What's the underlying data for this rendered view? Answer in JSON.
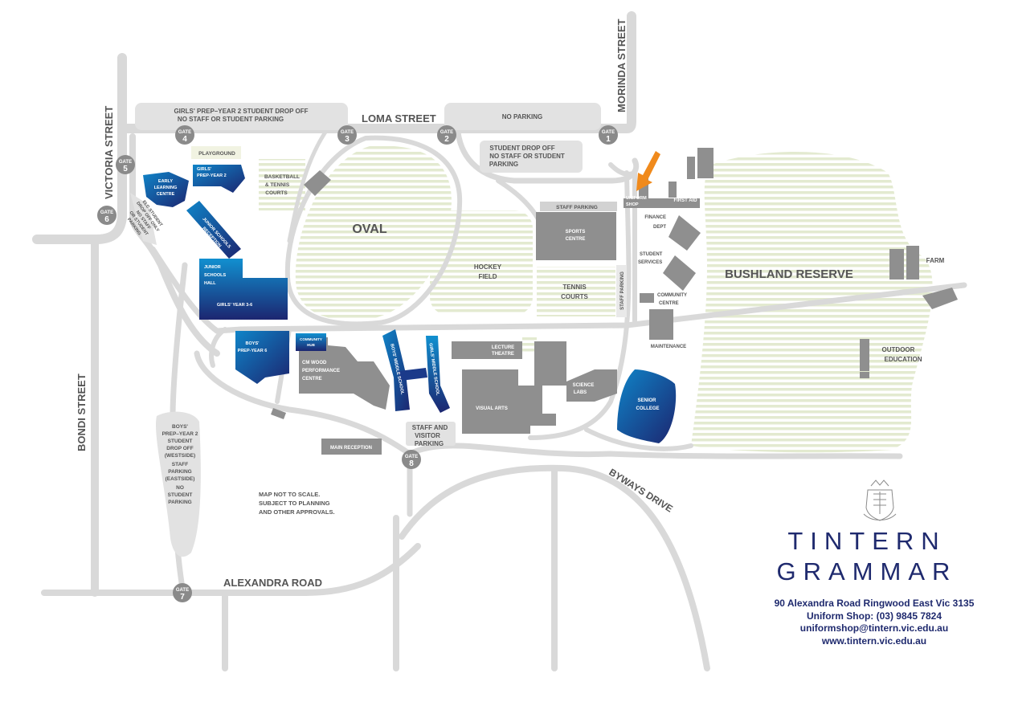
{
  "streets": {
    "loma": "LOMA STREET",
    "morinda": "MORINDA STREET",
    "victoria": "VICTORIA STREET",
    "bondi": "BONDI STREET",
    "alexandra": "ALEXANDRA ROAD",
    "byways": "BYWAYS DRIVE"
  },
  "gates": {
    "gate_word": "GATE",
    "g1": "1",
    "g2": "2",
    "g3": "3",
    "g4": "4",
    "g5": "5",
    "g6": "6",
    "g7": "7",
    "g8": "8"
  },
  "zones": {
    "girls_dropoff_1": "GIRLS' PREP–YEAR 2 STUDENT DROP OFF",
    "girls_dropoff_2": "NO STAFF OR STUDENT PARKING",
    "no_parking": "NO PARKING",
    "student_dropoff_1": "STUDENT DROP OFF",
    "student_dropoff_2": "NO STAFF OR STUDENT",
    "student_dropoff_3": "PARKING",
    "playground": "PLAYGROUND",
    "basketball_1": "BASKETBALL",
    "basketball_2": "& TENNIS",
    "basketball_3": "COURTS",
    "oval": "OVAL",
    "hockey_1": "HOCKEY",
    "hockey_2": "FIELD",
    "tennis_1": "TENNIS",
    "tennis_2": "COURTS",
    "staff_parking": "STAFF PARKING",
    "staff_parking_vertical": "STAFF PARKING",
    "bushland": "BUSHLAND RESERVE",
    "farm": "FARM",
    "outdoor_1": "OUTDOOR",
    "outdoor_2": "EDUCATION",
    "elc_dropoff_1": "ELC STUDENT",
    "elc_dropoff_2": "DROP OFF ONLY",
    "elc_dropoff_3": "NO STAFF",
    "elc_dropoff_4": "OR STUDENT",
    "elc_dropoff_5": "PARKING",
    "boys_dropoff": [
      "BOYS'",
      "PREP–YEAR 2",
      "STUDENT",
      "DROP OFF",
      "(WESTSIDE)",
      "STAFF",
      "PARKING",
      "(EASTSIDE)",
      "NO",
      "STUDENT",
      "PARKING"
    ],
    "staff_visitor_1": "STAFF AND",
    "staff_visitor_2": "VISITOR",
    "staff_visitor_3": "PARKING",
    "note_1": "MAP NOT TO SCALE.",
    "note_2": "SUBJECT TO PLANNING",
    "note_3": "AND OTHER APPROVALS."
  },
  "buildings": {
    "elc_1": "EARLY",
    "elc_2": "LEARNING",
    "elc_3": "CENTRE",
    "girls_prep_1": "GIRLS'",
    "girls_prep_2": "PREP-YEAR 2",
    "junior_reception_1": "JUNIOR SCHOOLS",
    "junior_reception_2": "RECEPTION",
    "junior_hall_1": "JUNIOR",
    "junior_hall_2": "SCHOOLS",
    "junior_hall_3": "HALL",
    "girls_y36": "GIRLS' YEAR 3-6",
    "boys_prep_1": "BOYS'",
    "boys_prep_2": "PREP-YEAR 6",
    "community_hub_1": "COMMUNITY",
    "community_hub_2": "HUB",
    "cm_wood_1": "CM WOOD",
    "cm_wood_2": "PERFORMANCE",
    "cm_wood_3": "CENTRE",
    "boys_middle": "BOYS' MIDDLE SCHOOL",
    "girls_middle": "GIRLS' MIDDLE SCHOOL",
    "lecture_1": "LECTURE",
    "lecture_2": "THEATRE",
    "visual_arts": "VISUAL ARTS",
    "science_1": "SCIENCE",
    "science_2": "LABS",
    "senior_1": "SENIOR",
    "senior_2": "COLLEGE",
    "sports_1": "SPORTS",
    "sports_2": "CENTRE",
    "uniform_1": "UNIFORM",
    "uniform_2": "SHOP",
    "first_aid": "FIRST AID",
    "finance_1": "FINANCE",
    "finance_2": "DEPT",
    "services_1": "STUDENT",
    "services_2": "SERVICES",
    "community_1": "COMMUNITY",
    "community_2": "CENTRE",
    "maintenance": "MAINTENANCE",
    "main_reception": "MAIN RECEPTION"
  },
  "brand": {
    "line1": "TINTERN",
    "line2": "GRAMMAR",
    "address": "90 Alexandra Road Ringwood East Vic 3135",
    "phone": "Uniform Shop: (03) 9845 7824",
    "email": "uniformshop@tintern.vic.edu.au",
    "web": "www.tintern.vic.edu.au"
  },
  "colors": {
    "road": "#d9d9d9",
    "field": "#e3ead0",
    "building_grey": "#8f8f8f",
    "building_blue": "#0b5aa0",
    "building_blue_dark": "#1a2a78",
    "label": "#555555",
    "brand": "#1f2a6e",
    "marker": "#f08a1c"
  }
}
